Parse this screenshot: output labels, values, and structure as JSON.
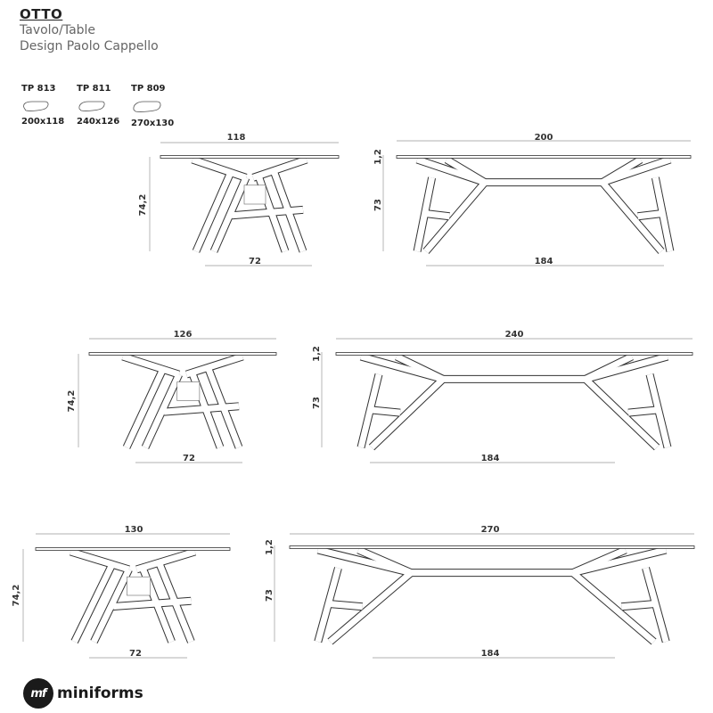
{
  "header": {
    "title": "OTTO",
    "subtitle": "Tavolo/Table",
    "designer": "Design Paolo Cappello"
  },
  "models": [
    {
      "code": "TP 813",
      "size": "200x118"
    },
    {
      "code": "TP 811",
      "size": "240x126"
    },
    {
      "code": "TP 809",
      "size": "270x130"
    }
  ],
  "drawings": [
    {
      "side": {
        "top_width": "118",
        "height": "74,2",
        "base": "72"
      },
      "front": {
        "top_length": "200",
        "thickness": "1,2",
        "height": "73",
        "base": "184"
      }
    },
    {
      "side": {
        "top_width": "126",
        "height": "74,2",
        "base": "72"
      },
      "front": {
        "top_length": "240",
        "thickness": "1,2",
        "height": "73",
        "base": "184"
      }
    },
    {
      "side": {
        "top_width": "130",
        "height": "74,2",
        "base": "72"
      },
      "front": {
        "top_length": "270",
        "thickness": "1,2",
        "height": "73",
        "base": "184"
      }
    }
  ],
  "brand": {
    "logo_mark": "mf",
    "name": "miniforms"
  }
}
